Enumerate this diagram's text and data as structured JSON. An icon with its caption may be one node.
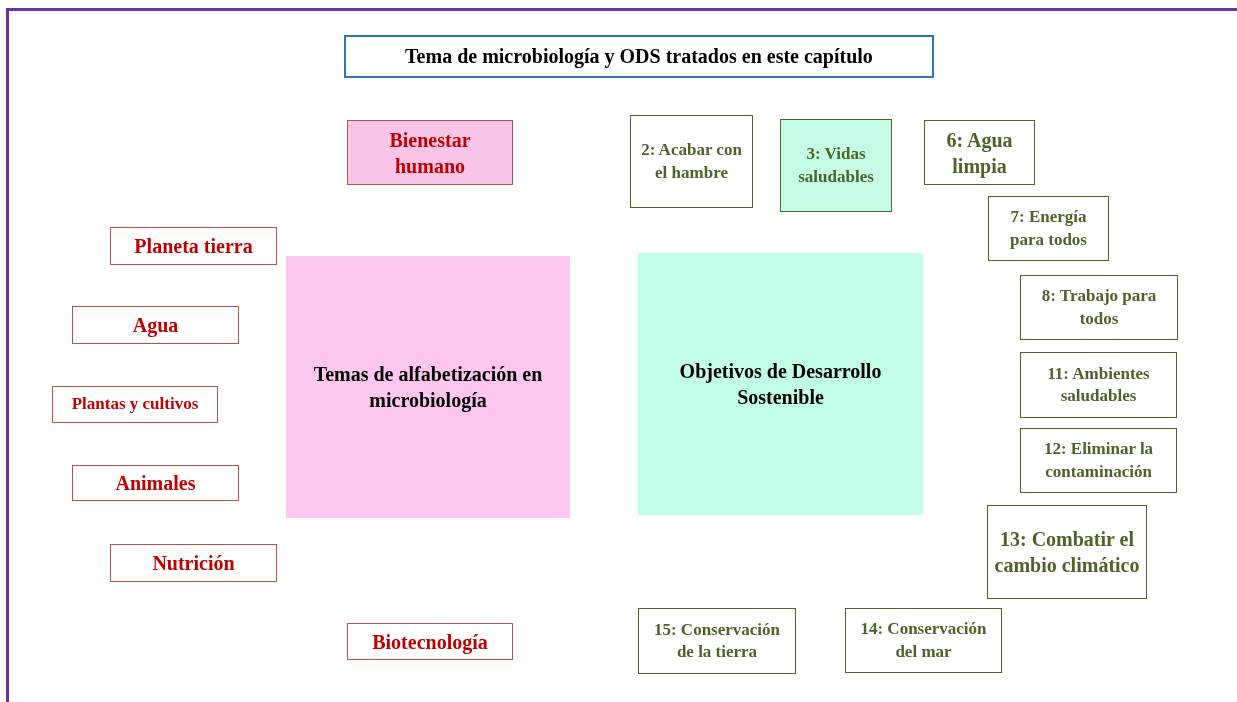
{
  "diagram": {
    "title": "Tema de microbiología y ODS tratados en este capítulo",
    "nodes": [
      {
        "text": [
          "Bienestar humano"
        ]
      },
      {
        "text": [
          "2: Acabar con el hambre"
        ]
      },
      {
        "text": [
          "3: Vidas saludables"
        ]
      },
      {
        "text": [
          "6: Agua limpia"
        ]
      },
      {
        "text": [
          "7: Energía para todos"
        ]
      },
      {
        "text": [
          "Planeta tierra"
        ]
      },
      {
        "text": [
          "Temas de alfabetización en microbiología"
        ]
      },
      {
        "text": [
          "Objetivos de Desarrollo Sostenible"
        ]
      },
      {
        "text": [
          "8: Trabajo para todos"
        ]
      },
      {
        "text": [
          "Agua"
        ]
      },
      {
        "text": [
          "11: Ambientes saludables"
        ]
      },
      {
        "text": [
          "Plantas y cultivos"
        ]
      },
      {
        "text": [
          "12: Eliminar la contaminación"
        ]
      },
      {
        "text": [
          "Animales"
        ]
      },
      {
        "text": [
          "13: Combatir el cambio climático"
        ]
      },
      {
        "text": [
          "Nutrición"
        ]
      },
      {
        "text": [
          "15: Conservación de la tierra"
        ]
      },
      {
        "text": [
          "14: Conservación del mar"
        ]
      },
      {
        "text": [
          "Biotecnología"
        ]
      }
    ],
    "edges": []
  }
}
